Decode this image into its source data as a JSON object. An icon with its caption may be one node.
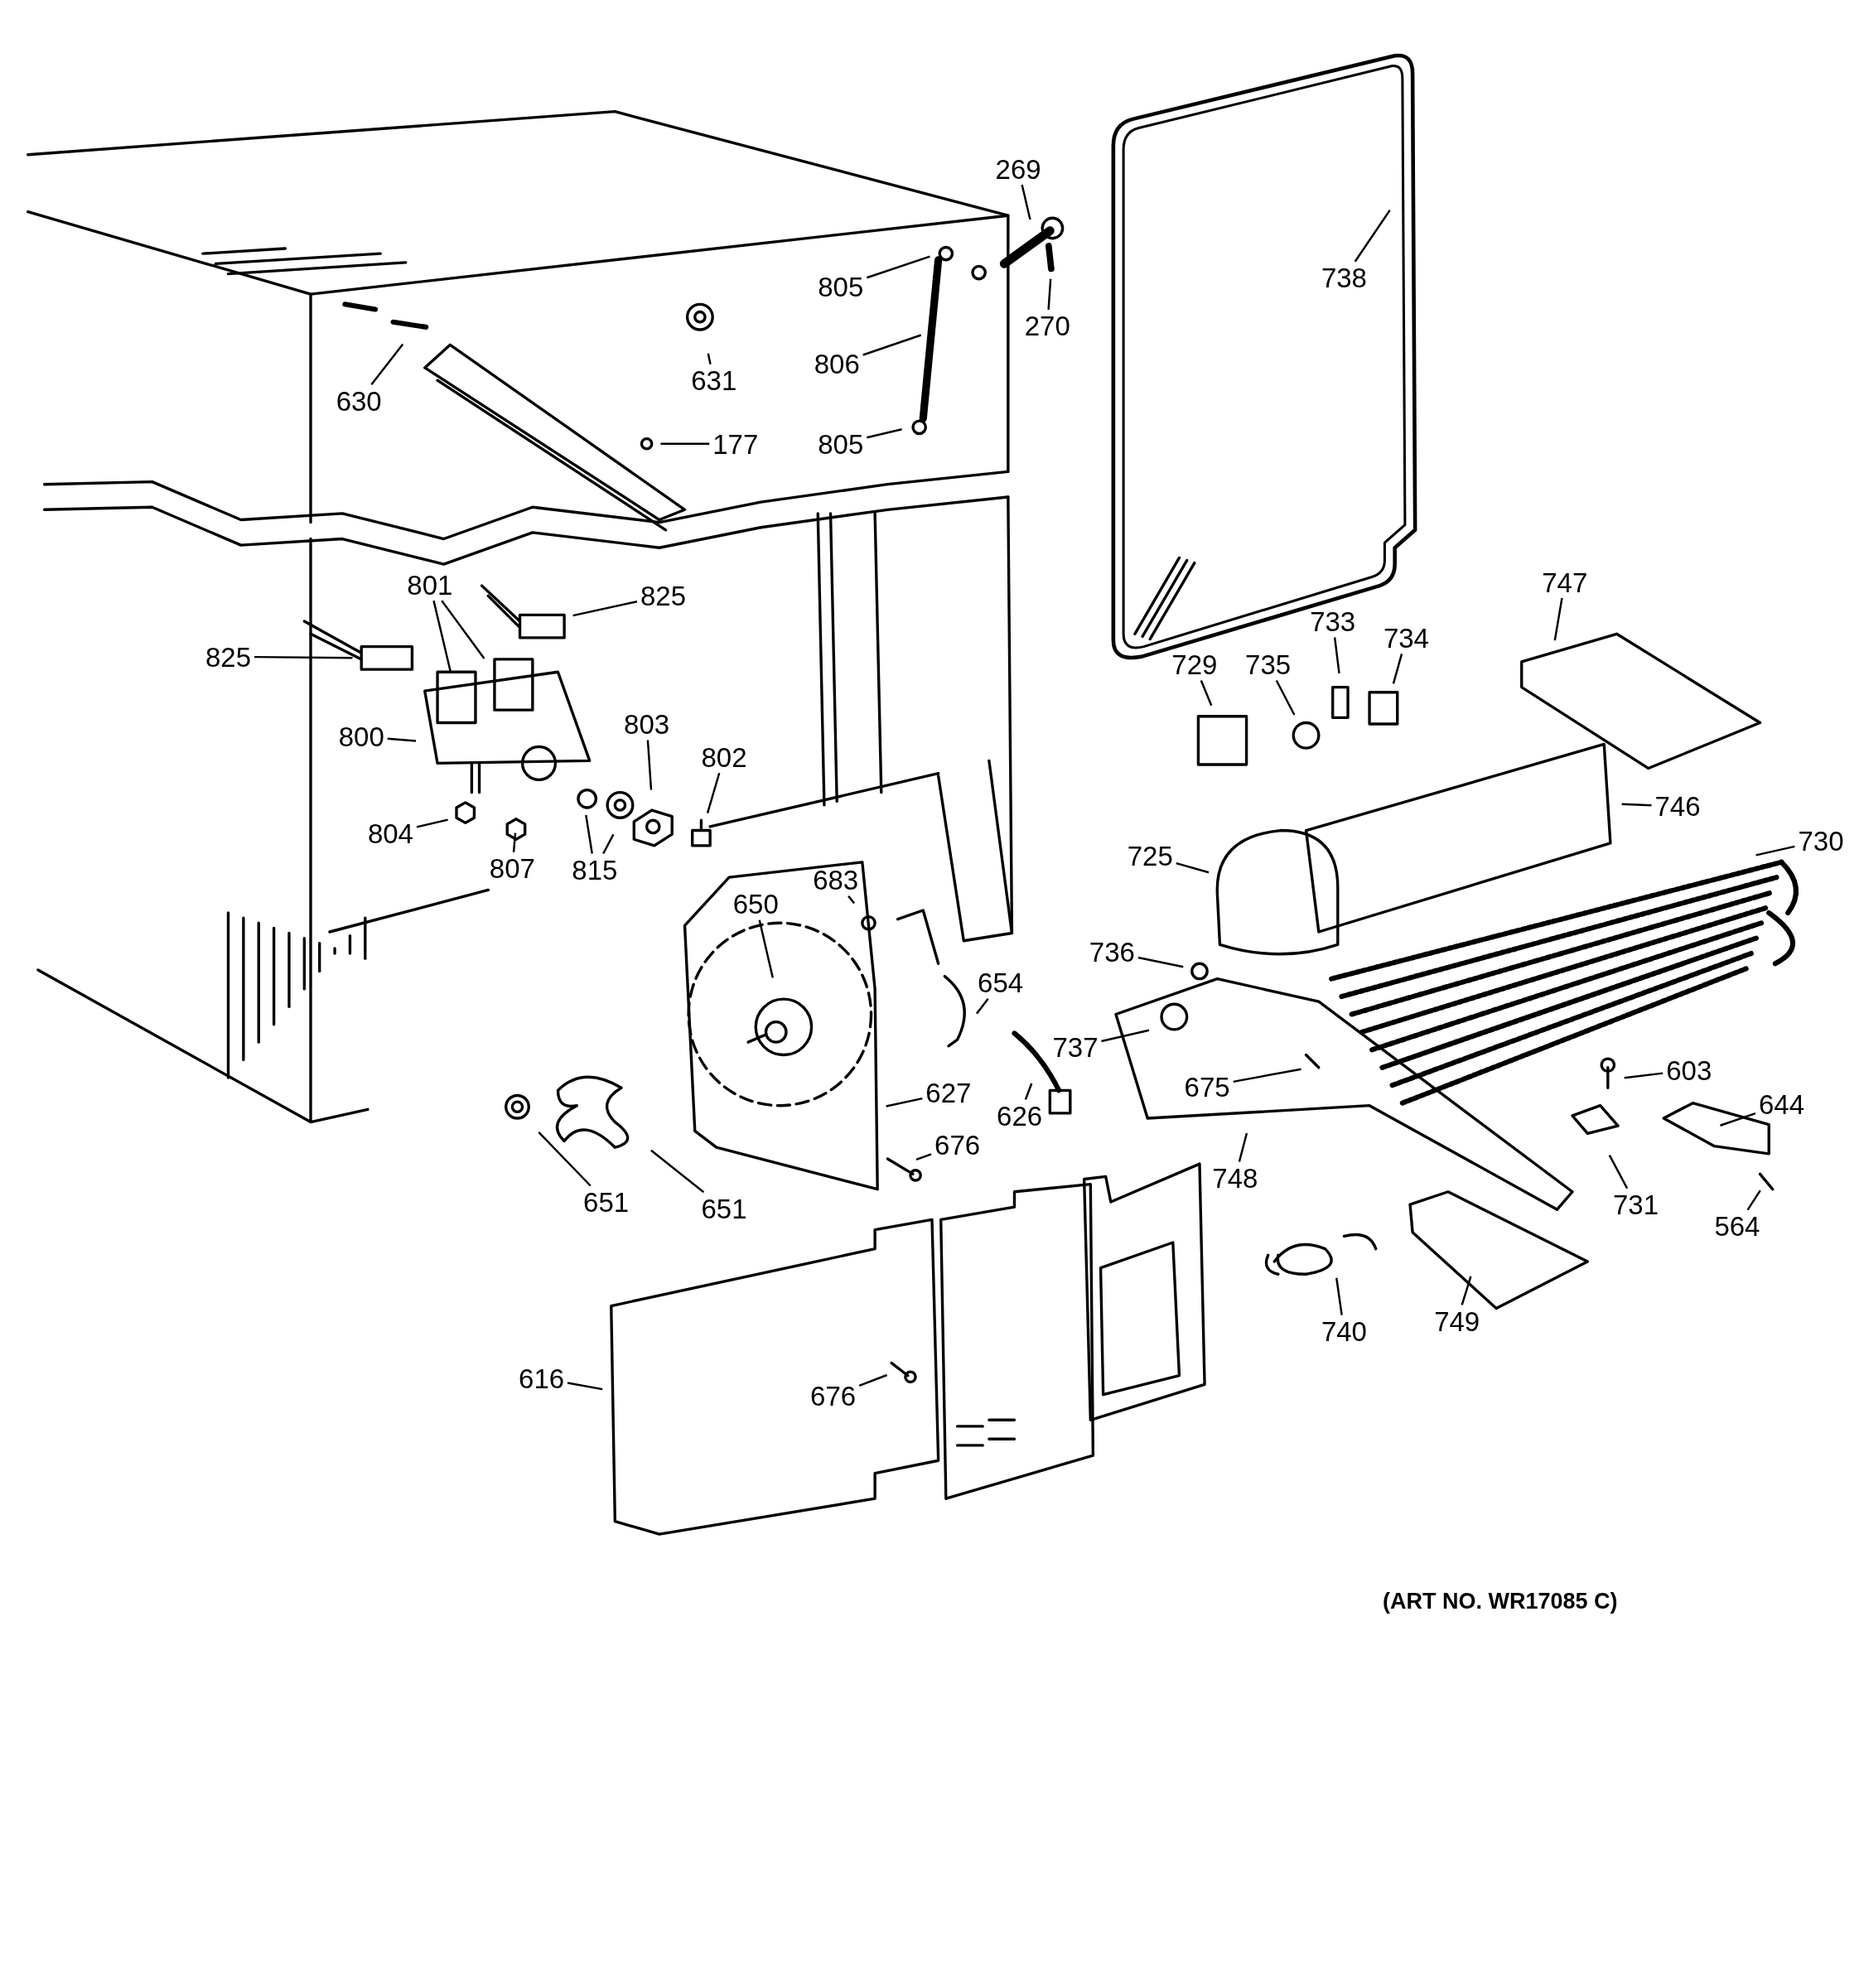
{
  "diagram": {
    "nodes": [
      {
        "text": [
          "269"
        ]
      },
      {
        "text": [
          "738"
        ]
      },
      {
        "text": [
          "805"
        ]
      },
      {
        "text": [
          "270"
        ]
      },
      {
        "text": [
          "806"
        ]
      },
      {
        "text": [
          "631"
        ]
      },
      {
        "text": [
          "630"
        ]
      },
      {
        "text": [
          "805"
        ]
      },
      {
        "text": [
          "177"
        ]
      },
      {
        "text": [
          "747"
        ]
      },
      {
        "text": [
          "801"
        ]
      },
      {
        "text": [
          "825"
        ]
      },
      {
        "text": [
          "733"
        ]
      },
      {
        "text": [
          "734"
        ]
      },
      {
        "text": [
          "825"
        ]
      },
      {
        "text": [
          "729"
        ]
      },
      {
        "text": [
          "735"
        ]
      },
      {
        "text": [
          "803"
        ]
      },
      {
        "text": [
          "800"
        ]
      },
      {
        "text": [
          "802"
        ]
      },
      {
        "text": [
          "746"
        ]
      },
      {
        "text": [
          "804"
        ]
      },
      {
        "text": [
          "730"
        ]
      },
      {
        "text": [
          "725"
        ]
      },
      {
        "text": [
          "807"
        ]
      },
      {
        "text": [
          "815"
        ]
      },
      {
        "text": [
          "683"
        ]
      },
      {
        "text": [
          "650"
        ]
      },
      {
        "text": [
          "736"
        ]
      },
      {
        "text": [
          "654"
        ]
      },
      {
        "text": [
          "737"
        ]
      },
      {
        "text": [
          "603"
        ]
      },
      {
        "text": [
          "675"
        ]
      },
      {
        "text": [
          "627"
        ]
      },
      {
        "text": [
          "644"
        ]
      },
      {
        "text": [
          "626"
        ]
      },
      {
        "text": [
          "676"
        ]
      },
      {
        "text": [
          "748"
        ]
      },
      {
        "text": [
          "651"
        ]
      },
      {
        "text": [
          "731"
        ]
      },
      {
        "text": [
          "651"
        ]
      },
      {
        "text": [
          "564"
        ]
      },
      {
        "text": [
          "749"
        ]
      },
      {
        "text": [
          "740"
        ]
      },
      {
        "text": [
          "616"
        ]
      },
      {
        "text": [
          "676"
        ]
      }
    ],
    "edges": [
      {
        "from": 0,
        "to": null,
        "arrow": "none"
      },
      {
        "from": 1,
        "to": null,
        "arrow": "none"
      },
      {
        "from": 2,
        "to": null,
        "arrow": "none"
      },
      {
        "from": 3,
        "to": null,
        "arrow": "none"
      },
      {
        "from": 4,
        "to": null,
        "arrow": "none"
      },
      {
        "from": 5,
        "to": null,
        "arrow": "none"
      },
      {
        "from": 6,
        "to": null,
        "arrow": "none"
      },
      {
        "from": 7,
        "to": null,
        "arrow": "none"
      },
      {
        "from": 8,
        "to": null,
        "arrow": "none"
      },
      {
        "from": 9,
        "to": null,
        "arrow": "none"
      },
      {
        "from": 10,
        "to": null,
        "arrow": "none"
      },
      {
        "from": 10,
        "to": null,
        "arrow": "none"
      },
      {
        "from": 11,
        "to": null,
        "arrow": "none"
      },
      {
        "from": 12,
        "to": null,
        "arrow": "none"
      },
      {
        "from": 13,
        "to": null,
        "arrow": "none"
      },
      {
        "from": 14,
        "to": null,
        "arrow": "none"
      },
      {
        "from": 15,
        "to": null,
        "arrow": "none"
      },
      {
        "from": 16,
        "to": null,
        "arrow": "none"
      },
      {
        "from": 17,
        "to": null,
        "arrow": "none"
      },
      {
        "from": 18,
        "to": null,
        "arrow": "none"
      },
      {
        "from": 19,
        "to": null,
        "arrow": "none"
      },
      {
        "from": 20,
        "to": null,
        "arrow": "none"
      },
      {
        "from": 21,
        "to": null,
        "arrow": "none"
      },
      {
        "from": 22,
        "to": null,
        "arrow": "none"
      },
      {
        "from": 23,
        "to": null,
        "arrow": "none"
      },
      {
        "from": 24,
        "to": null,
        "arrow": "none"
      },
      {
        "from": 25,
        "to": null,
        "arrow": "none"
      },
      {
        "from": 25,
        "to": null,
        "arrow": "none"
      },
      {
        "from": 26,
        "to": null,
        "arrow": "none"
      },
      {
        "from": 27,
        "to": null,
        "arrow": "none"
      },
      {
        "from": 28,
        "to": null,
        "arrow": "none"
      },
      {
        "from": 29,
        "to": null,
        "arrow": "none"
      },
      {
        "from": 30,
        "to": null,
        "arrow": "none"
      },
      {
        "from": 31,
        "to": null,
        "arrow": "none"
      },
      {
        "from": 32,
        "to": null,
        "arrow": "none"
      },
      {
        "from": 33,
        "to": null,
        "arrow": "none"
      },
      {
        "from": 34,
        "to": null,
        "arrow": "none"
      },
      {
        "from": 35,
        "to": null,
        "arrow": "none"
      },
      {
        "from": 36,
        "to": null,
        "arrow": "none"
      },
      {
        "from": 37,
        "to": null,
        "arrow": "none"
      },
      {
        "from": 38,
        "to": null,
        "arrow": "none"
      },
      {
        "from": 39,
        "to": null,
        "arrow": "none"
      },
      {
        "from": 40,
        "to": null,
        "arrow": "none"
      },
      {
        "from": 41,
        "to": null,
        "arrow": "none"
      },
      {
        "from": 42,
        "to": null,
        "arrow": "none"
      },
      {
        "from": 43,
        "to": null,
        "arrow": "none"
      },
      {
        "from": 44,
        "to": null,
        "arrow": "none"
      },
      {
        "from": 45,
        "to": null,
        "arrow": "none"
      }
    ],
    "labels": [
      "(ART NO. WR17085 C)"
    ]
  }
}
